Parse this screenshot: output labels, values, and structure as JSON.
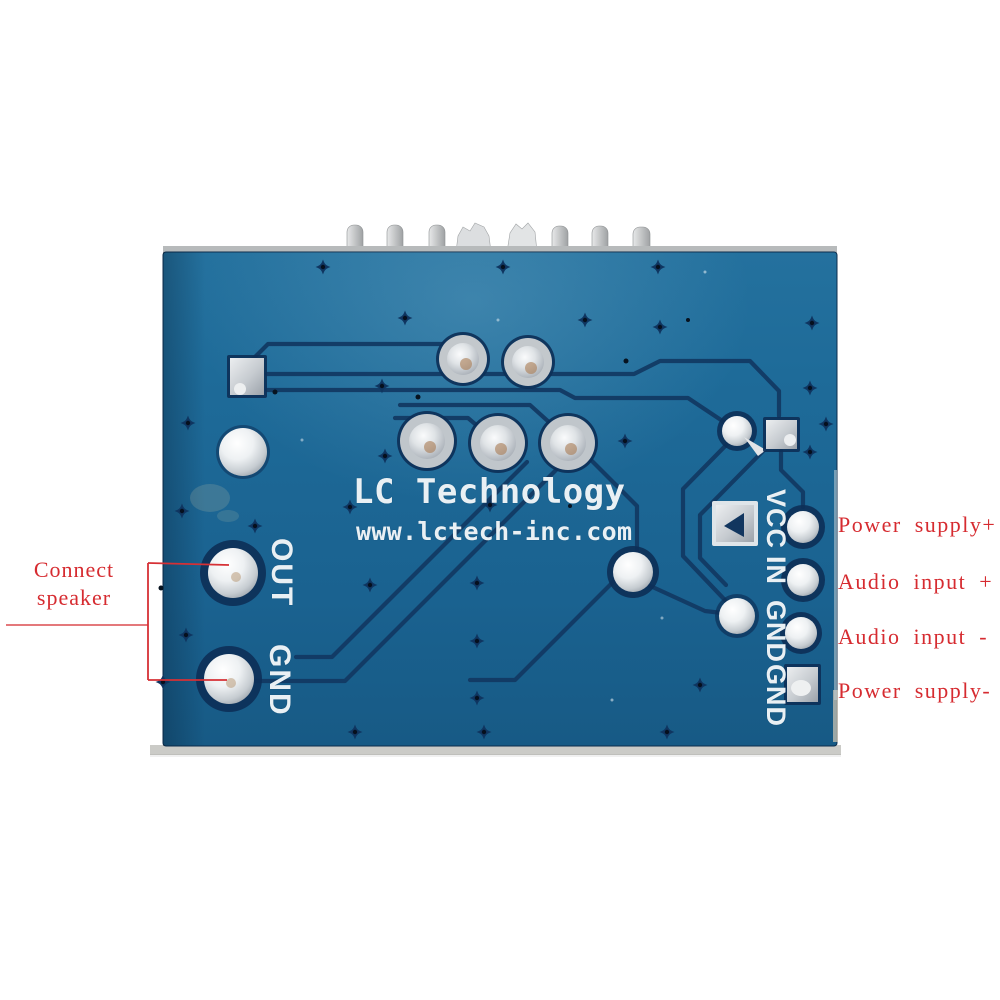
{
  "board": {
    "silkscreen": {
      "brand": "LC Technology",
      "website": "www.lctech-inc.com"
    },
    "pin_labels": {
      "out": "OUT",
      "gnd": "GND",
      "right_pins": [
        "VCC",
        "IN",
        "GND",
        "GND"
      ]
    },
    "colors": {
      "pcb": "#1d6896",
      "trace": "#123a64",
      "silkscreen": "#e9f0f4",
      "solder_pad": "#d6dadd",
      "board_edge": "#c6c6c2"
    }
  },
  "annotations": {
    "text_color": "#d62b30",
    "left": {
      "lines": [
        "Connect",
        "speaker"
      ]
    },
    "right": [
      {
        "text": "Power supply+"
      },
      {
        "text": "Audio input +"
      },
      {
        "text": "Audio input -"
      },
      {
        "text": "Power supply-"
      }
    ]
  }
}
